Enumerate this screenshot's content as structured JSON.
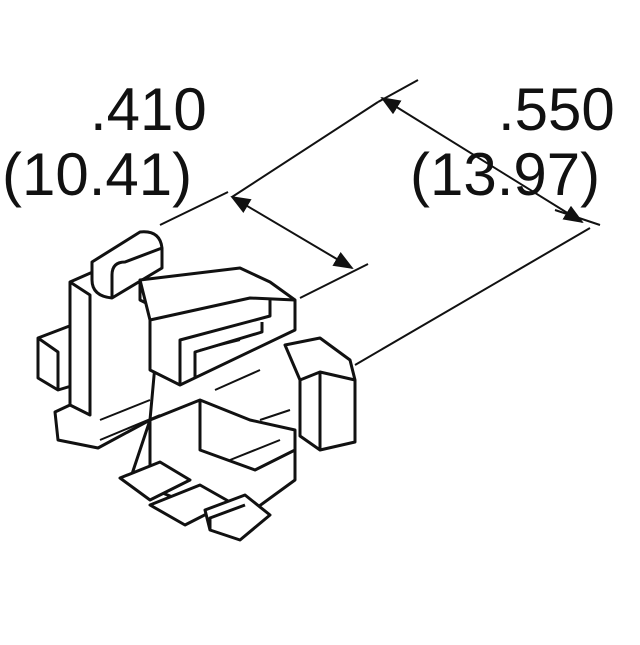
{
  "dimensions": {
    "width_a": {
      "inches": ".410",
      "millimeters": "(10.41)"
    },
    "width_b": {
      "inches": ".550",
      "millimeters": "(13.97)"
    }
  },
  "colors": {
    "line": "#111111",
    "fill": "#ffffff",
    "shade": "#d9d9d9"
  }
}
